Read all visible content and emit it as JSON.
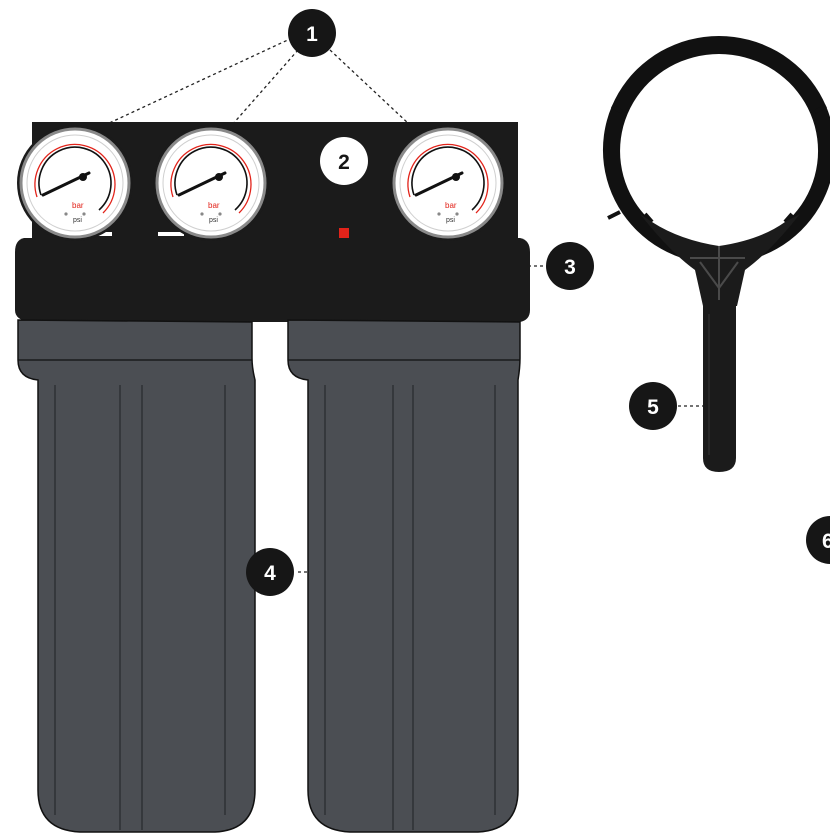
{
  "callouts": [
    {
      "number": "1"
    },
    {
      "number": "2"
    },
    {
      "number": "3"
    },
    {
      "number": "4"
    },
    {
      "number": "5"
    },
    {
      "number": "6"
    }
  ],
  "gauges": [
    {
      "unit_primary": "bar",
      "unit_secondary": "psi"
    },
    {
      "unit_primary": "bar",
      "unit_secondary": "psi"
    },
    {
      "unit_primary": "bar",
      "unit_secondary": "psi"
    }
  ],
  "colors": {
    "head": "#1b1b1b",
    "housing": "#4b4e53",
    "housing_dark": "#3e4146",
    "outline": "#111111",
    "needle_red": "#e2231a",
    "indicator": "#e2231a",
    "callout_fill": "#161616"
  }
}
